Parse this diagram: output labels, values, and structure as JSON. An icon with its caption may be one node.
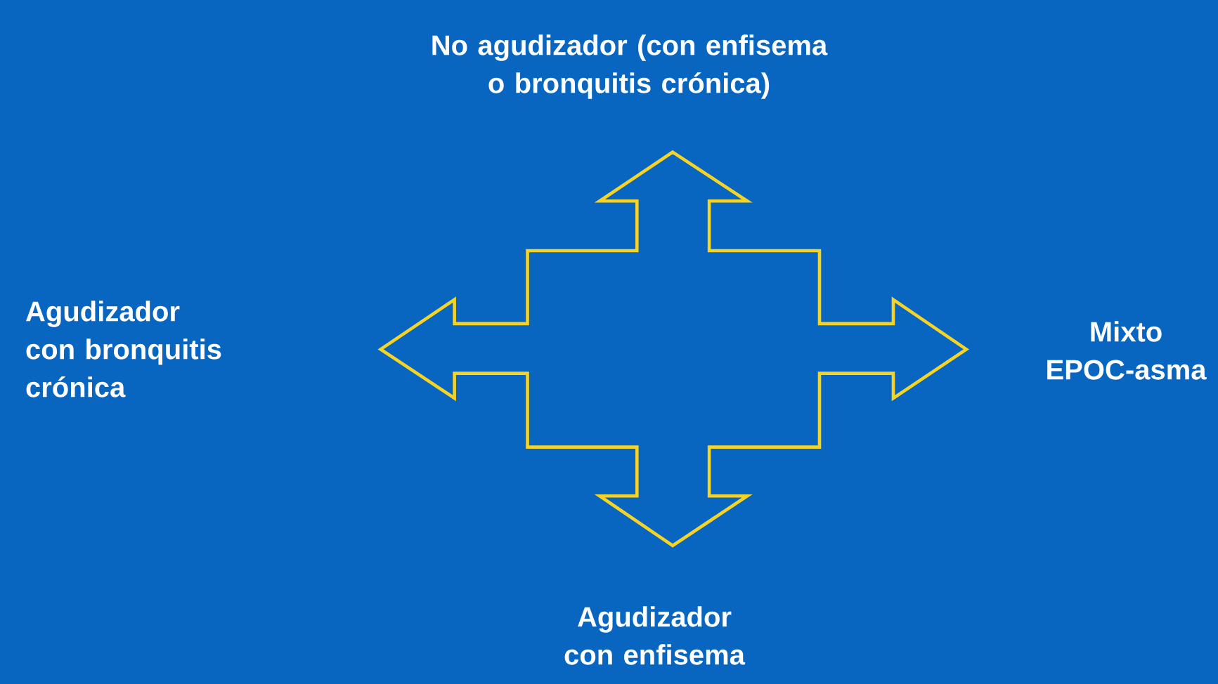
{
  "diagram": {
    "labels": [
      "No agudizador (con enfisema o bronquitis crónica)",
      "Agudizador con bronquitis crónica",
      "Mixto EPOC-asma",
      "Agudizador con enfisema"
    ]
  }
}
